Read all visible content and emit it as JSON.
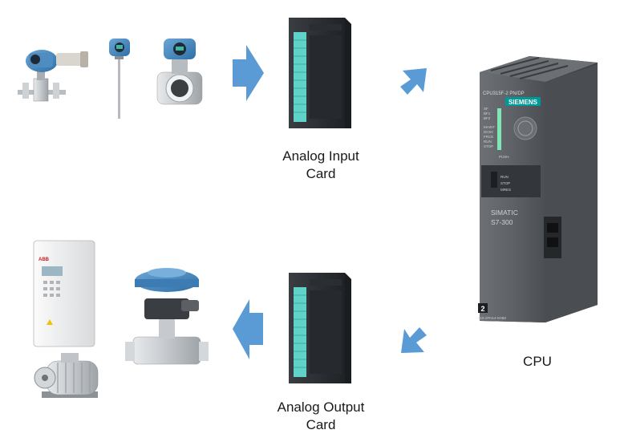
{
  "labels": {
    "analog_input_line1": "Analog Input",
    "analog_input_line2": "Card",
    "analog_output_line1": "Analog Output",
    "analog_output_line2": "Card",
    "cpu": "CPU"
  },
  "cpu_module": {
    "model_text": "CPU315F-2 PN/DP",
    "brand": "SIEMENS",
    "status_leds": [
      "SF",
      "BF1",
      "BF2"
    ],
    "status_leds_lower": [
      "MAINT",
      "DC5V",
      "FRCE",
      "RUN",
      "STOP"
    ],
    "push_label": "PUSH",
    "mode_switch": [
      "RUN",
      "STOP",
      "MRES"
    ],
    "product_line1": "SIMATIC",
    "product_line2": "S7-300",
    "slot_number": "2",
    "order_number": "315-2FH14-0AB0"
  },
  "icons": {
    "field_sensors": [
      "pressure-transmitter-icon",
      "level-probe-icon",
      "flow-meter-icon"
    ],
    "actuators": [
      "vfd-drive-icon",
      "electric-motor-icon",
      "control-valve-icon"
    ]
  },
  "colors": {
    "arrow": "#5b9bd5",
    "card_green": "#5fd3c8",
    "card_body": "#2b2f33",
    "cpu_body": "#5a5e62",
    "siemens_teal": "#009999"
  }
}
